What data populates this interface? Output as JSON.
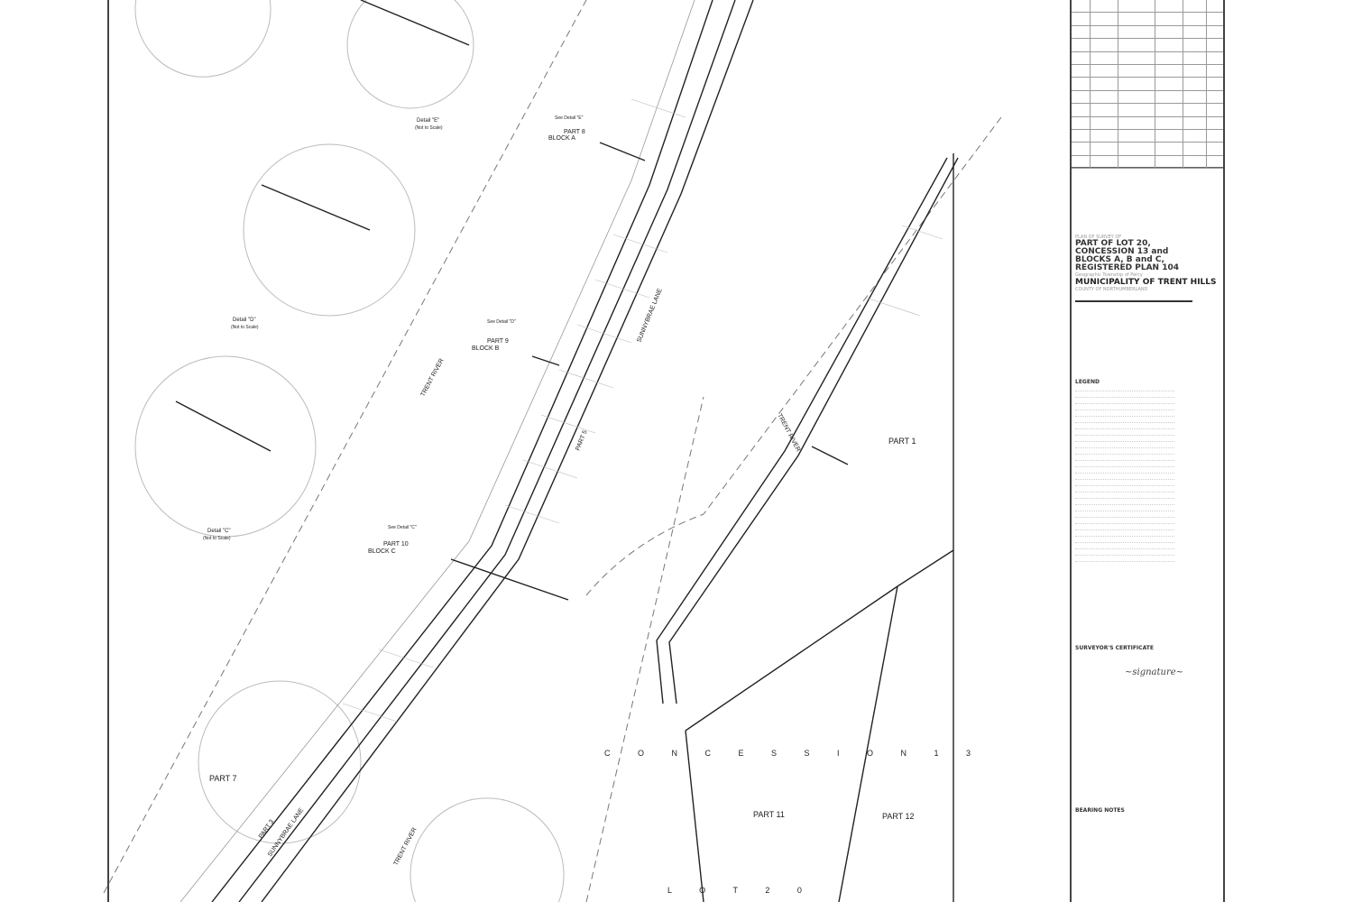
{
  "title_block": {
    "plan_of": "PLAN OF SURVEY OF",
    "title_lines": [
      "PART OF LOT 20,",
      "CONCESSION 13 and",
      "BLOCKS A, B and C,",
      "REGISTERED PLAN 104"
    ],
    "township": "Geographic Township of Percy",
    "municipality": "MUNICIPALITY OF TRENT HILLS",
    "county": "COUNTY OF NORTHUMBERLAND",
    "legend_heading": "LEGEND",
    "certificate_heading": "SURVEYOR'S CERTIFICATE",
    "bearing_heading": "BEARING NOTES"
  },
  "drawing": {
    "concession": "C O N C E S S I O N   1 3",
    "lot": "L O T   2 0",
    "river": "TRENT RIVER",
    "lane": "SUNNYBRAE LANE",
    "parts": [
      "PART 1",
      "PART 11",
      "PART 12",
      "PART 7",
      "PART 8",
      "PART 9",
      "PART 10",
      "PART 5",
      "PART 3"
    ],
    "blocks": [
      "BLOCK A",
      "BLOCK B",
      "BLOCK C"
    ],
    "details": [
      "Detail \"E\"",
      "Detail \"D\"",
      "Detail \"C\""
    ],
    "not_to_scale": "(Not to Scale)",
    "see_details": [
      "See Detail \"E\"",
      "See Detail \"D\"",
      "See Detail \"C\""
    ]
  }
}
